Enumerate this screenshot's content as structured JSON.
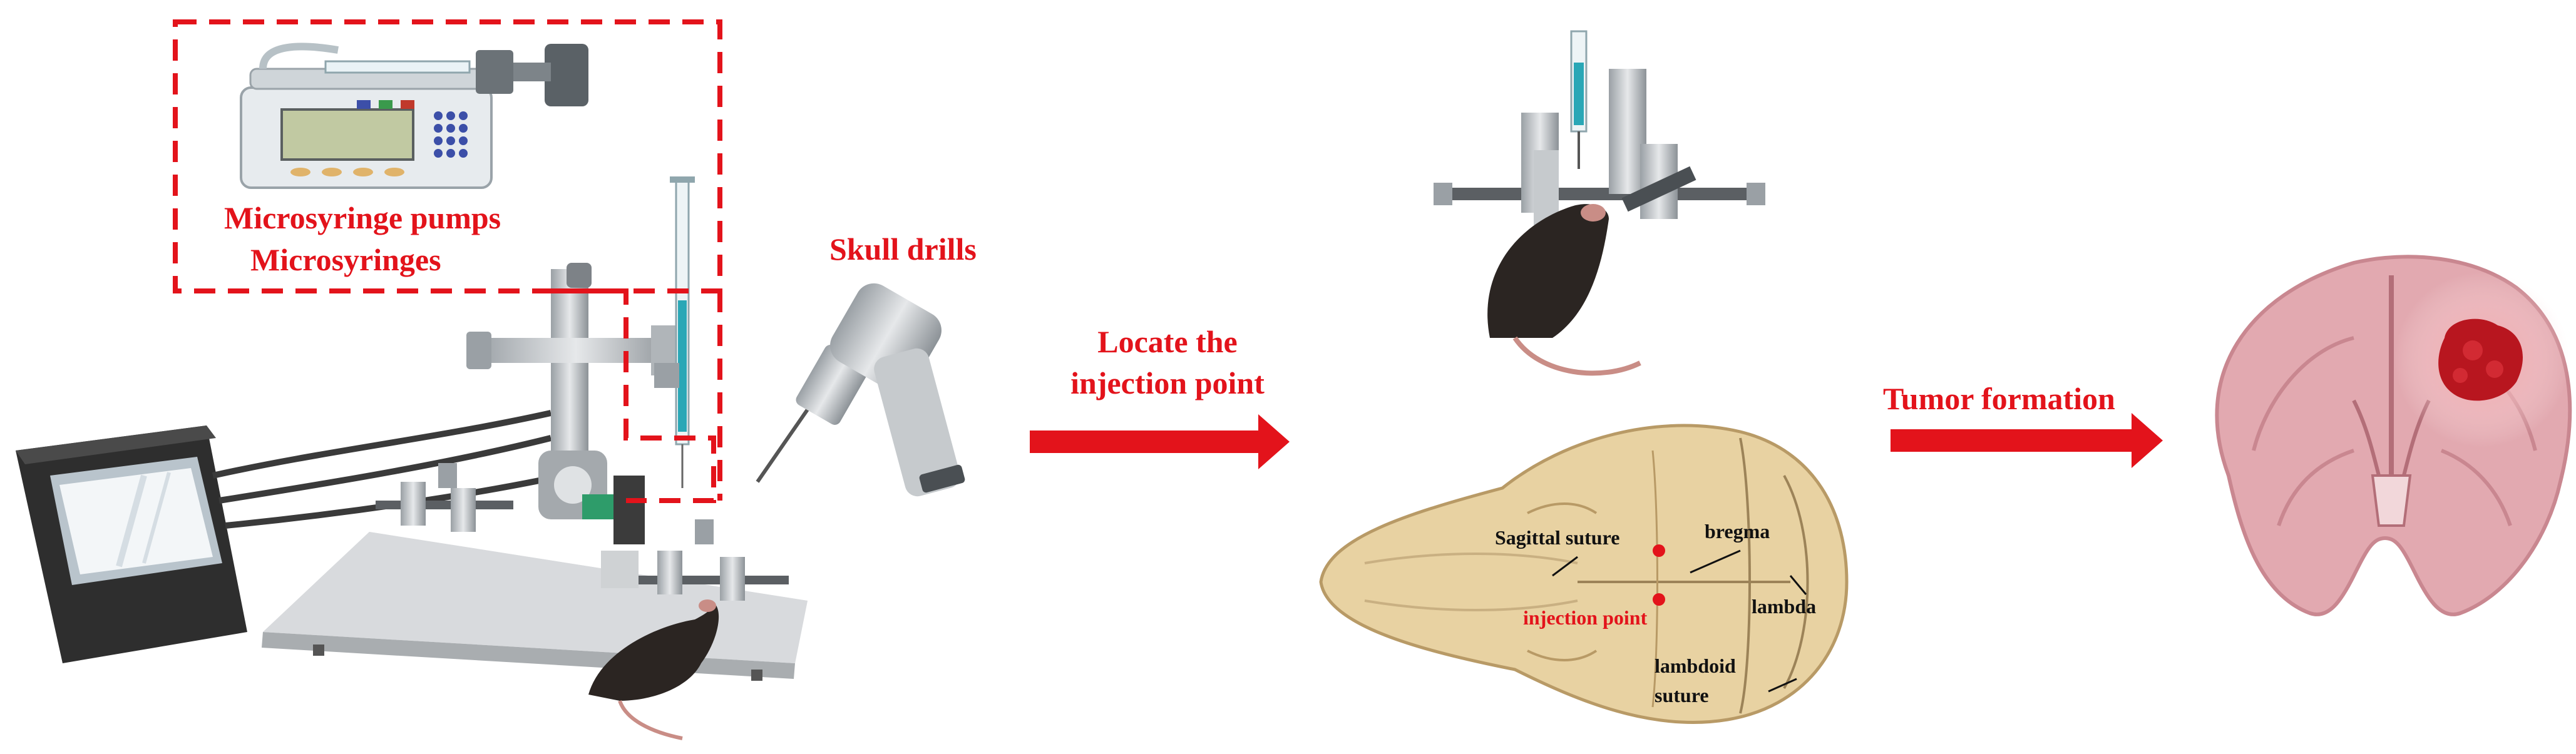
{
  "colors": {
    "accent_red": "#e3131b",
    "label_black": "#111111",
    "platform": "#cfd2d4",
    "skull": "#e8d2a2",
    "brain": "#e2a9b0",
    "tumor": "#b8161f",
    "mouse": "#2b2522"
  },
  "labels": {
    "pump_line1": "Microsyringe pumps",
    "pump_line2": "Microsyringes",
    "drill": "Skull drills",
    "arrow1_line1": "Locate the",
    "arrow1_line2": "injection point",
    "arrow2": "Tumor formation"
  },
  "skull_labels": {
    "sagittal": "Sagittal suture",
    "bregma": "bregma",
    "lambda": "lambda",
    "injection": "injection point",
    "lambdoid_line1": "lambdoid",
    "lambdoid_line2": "suture"
  }
}
